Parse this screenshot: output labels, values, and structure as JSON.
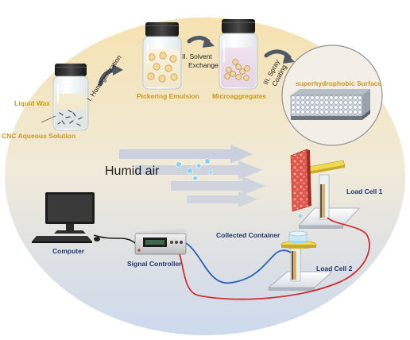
{
  "colors": {
    "gradient_top": "#f6e2b0",
    "gradient_bottom": "#cdd9ee",
    "label_gold": "#c99a16",
    "label_navy": "#22386a",
    "signal_wire": "#d02f2f",
    "data_wire": "#2c62b8",
    "spray_panel": "#e0574c",
    "arrow": "#4d5a66"
  },
  "icons": [
    "vial-icon",
    "curved-arrow-icon",
    "magnifier-bubble-icon",
    "humid-air-arrow-icon",
    "monitor-icon",
    "keyboard-icon",
    "signal-controller-icon",
    "load-cell-icon",
    "collected-container-icon"
  ],
  "process": {
    "liquid_wax": "Liquid Wax",
    "cnc_solution": "CNC Aqueous Solution",
    "step1": "I. Homogenization",
    "pickering": "Pickering Emulsion",
    "step2_line1": "II. Solvent",
    "step2_line2": "Exchange",
    "microaggregates": "Microaggregates",
    "step3_line1": "III. Spray",
    "step3_line2": "Coating",
    "surface": "superhydrophobic Surface"
  },
  "setup": {
    "humid_air": "Humid air",
    "computer": "Computer",
    "signal_controller": "Signal Controller",
    "collected_container": "Collected Container",
    "load_cell_1": "Load Cell 1",
    "load_cell_2": "Load Cell 2"
  }
}
